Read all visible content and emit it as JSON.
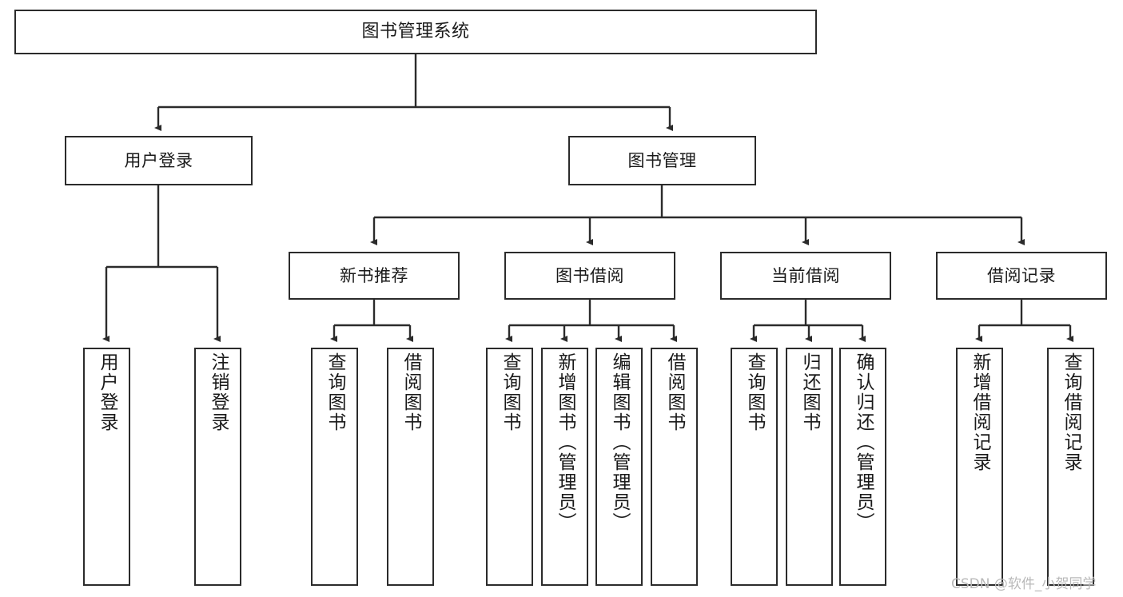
{
  "diagram": {
    "title": "图书管理系统",
    "type": "tree-hierarchy-diagram",
    "orientation": "top-down",
    "colors": {
      "background": "#ffffff",
      "stroke": "#2b2b2b",
      "text": "#1a1a1a",
      "watermark": "#b9b9b9"
    },
    "nodes": {
      "root": {
        "label": "图书管理系统"
      },
      "level2": [
        {
          "label": "用户登录"
        },
        {
          "label": "图书管理"
        }
      ],
      "level3": [
        {
          "label": "新书推荐"
        },
        {
          "label": "图书借阅"
        },
        {
          "label": "当前借阅"
        },
        {
          "label": "借阅记录"
        }
      ],
      "leaves_user_login": [
        {
          "label": "用户登录"
        },
        {
          "label": "注销登录"
        }
      ],
      "leaves_new_book": [
        {
          "label": "查询图书"
        },
        {
          "label": "借阅图书"
        }
      ],
      "leaves_borrow": [
        {
          "label": "查询图书"
        },
        {
          "label": "新增图书（管理员）"
        },
        {
          "label": "编辑图书（管理员）"
        },
        {
          "label": "借阅图书"
        }
      ],
      "leaves_current": [
        {
          "label": "查询图书"
        },
        {
          "label": "归还图书"
        },
        {
          "label": "确认归还（管理员）"
        }
      ],
      "leaves_records": [
        {
          "label": "新增借阅记录"
        },
        {
          "label": "查询借阅记录"
        }
      ]
    },
    "watermark": "CSDN @软件_小贺同学"
  }
}
